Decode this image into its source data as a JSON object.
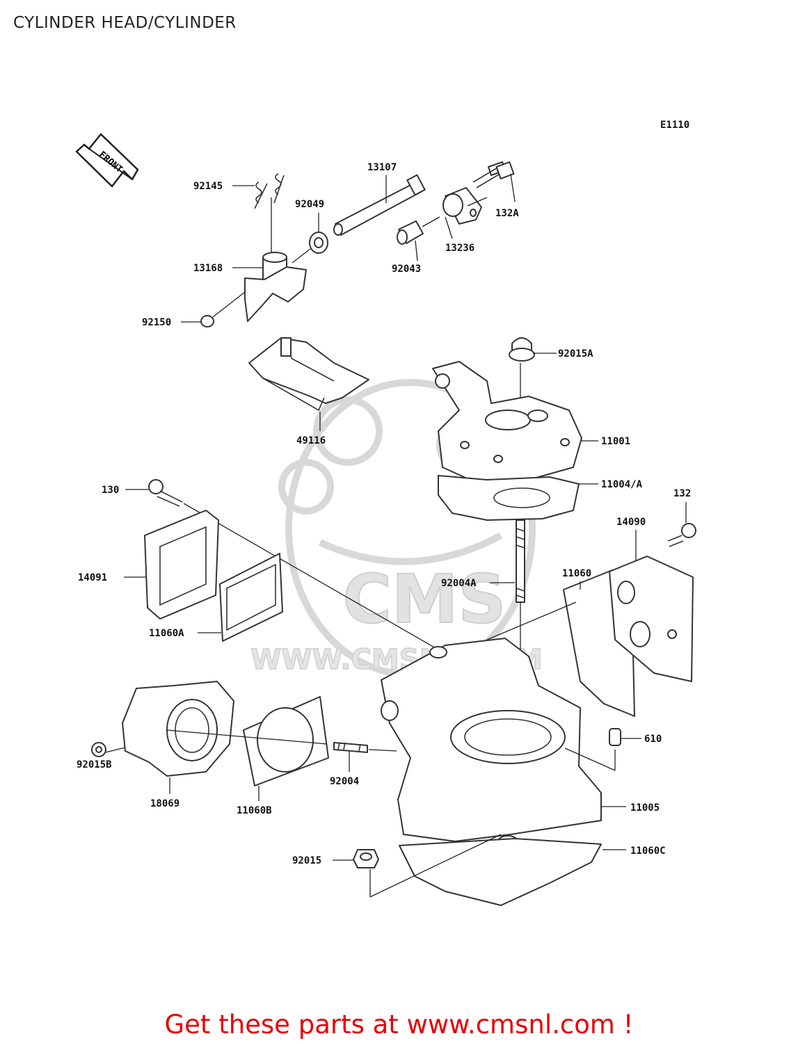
{
  "title": "CYLINDER HEAD/CYLINDER",
  "diagram_code": "E1110",
  "front_marker": "FRONT",
  "watermark": {
    "logo": "CMS",
    "url": "WWW.CMSNL.COM"
  },
  "parts": [
    {
      "ref": "92145"
    },
    {
      "ref": "13107"
    },
    {
      "ref": "92049"
    },
    {
      "ref": "132A"
    },
    {
      "ref": "13236"
    },
    {
      "ref": "92043"
    },
    {
      "ref": "13168"
    },
    {
      "ref": "92150"
    },
    {
      "ref": "92015A"
    },
    {
      "ref": "49116"
    },
    {
      "ref": "11001"
    },
    {
      "ref": "11004/A"
    },
    {
      "ref": "130"
    },
    {
      "ref": "132"
    },
    {
      "ref": "14090"
    },
    {
      "ref": "14091"
    },
    {
      "ref": "11060"
    },
    {
      "ref": "92004A"
    },
    {
      "ref": "11060A"
    },
    {
      "ref": "610"
    },
    {
      "ref": "92015B"
    },
    {
      "ref": "92004"
    },
    {
      "ref": "18069"
    },
    {
      "ref": "11060B"
    },
    {
      "ref": "11005"
    },
    {
      "ref": "92015"
    },
    {
      "ref": "11060C"
    }
  ],
  "footer": {
    "text": "Get these parts at www.cmsnl.com !"
  },
  "colors": {
    "footer": "#e60000",
    "watermark": "#d8d8d8",
    "lines": "#222222"
  }
}
